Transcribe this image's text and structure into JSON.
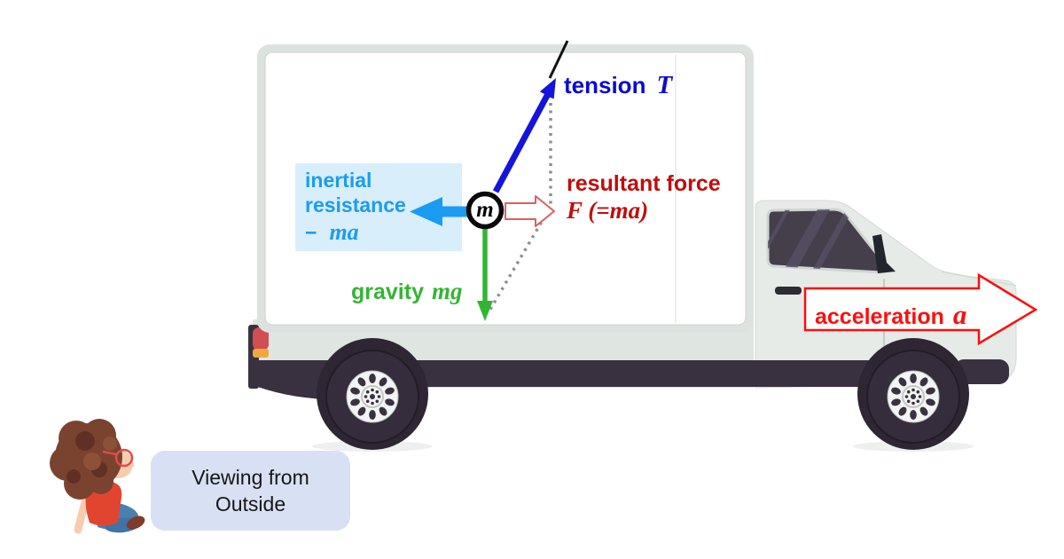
{
  "diagram": {
    "mass": {
      "symbol": "m"
    },
    "tension": {
      "label": "tension",
      "symbol": "T",
      "color": "#0b0bd0"
    },
    "inertial_resistance": {
      "label_line1": "inertial",
      "label_line2": "resistance",
      "minus_sign": "−",
      "symbol": "ma",
      "color": "#1b9cf2",
      "bg_color": "#d8eefb"
    },
    "gravity": {
      "label": "gravity",
      "symbol": "mg",
      "color": "#33b533"
    },
    "resultant_force": {
      "label": "resultant force",
      "formula": "F (=ma)",
      "color": "#bf0d0d"
    },
    "acceleration": {
      "label": "acceleration",
      "symbol": "a",
      "color": "#fb0f0f"
    }
  },
  "caption": {
    "line1": "Viewing from",
    "line2": "Outside"
  }
}
